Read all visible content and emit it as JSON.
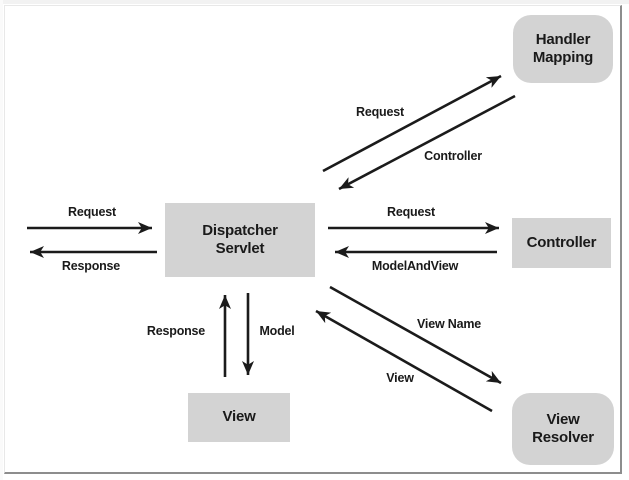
{
  "diagram": {
    "nodes": {
      "handler_mapping": {
        "line1": "Handler",
        "line2": "Mapping"
      },
      "dispatcher_servlet": {
        "line1": "Dispatcher",
        "line2": "Servlet"
      },
      "controller": {
        "label": "Controller"
      },
      "view": {
        "label": "View"
      },
      "view_resolver": {
        "line1": "View",
        "line2": "Resolver"
      }
    },
    "edges": {
      "client_request": {
        "label": "Request"
      },
      "client_response": {
        "label": "Response"
      },
      "dispatcher_to_handler": {
        "label": "Request"
      },
      "handler_to_dispatcher": {
        "label": "Controller"
      },
      "dispatcher_to_controller": {
        "label": "Request"
      },
      "controller_to_dispatcher": {
        "label": "ModelAndView"
      },
      "view_to_dispatcher": {
        "label": "Response"
      },
      "dispatcher_to_view": {
        "label": "Model"
      },
      "dispatcher_to_resolver": {
        "label": "View Name"
      },
      "resolver_to_dispatcher": {
        "label": "View"
      }
    },
    "colors": {
      "node_fill": "#d3d3d3",
      "line": "#1b1b1b",
      "background": "#ffffff",
      "frame_shadow": "#8d8d8d"
    }
  }
}
